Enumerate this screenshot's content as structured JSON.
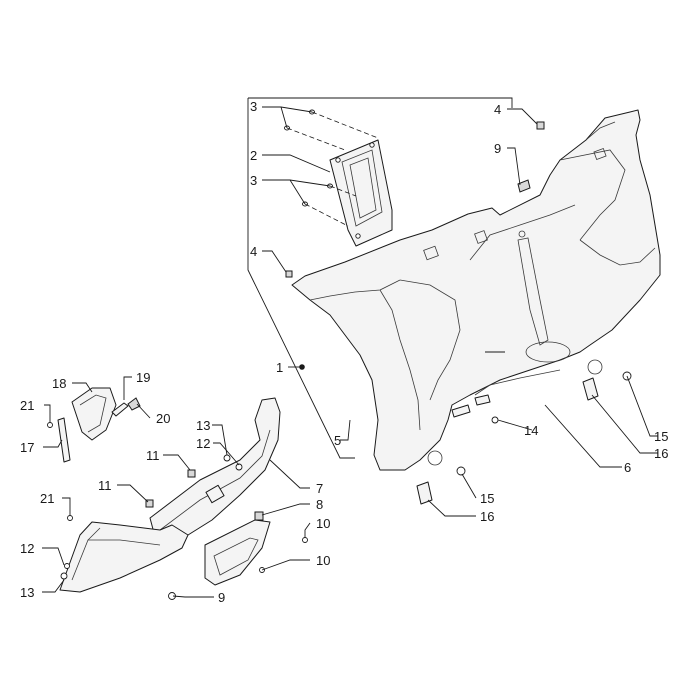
{
  "diagram": {
    "callouts": [
      {
        "id": "c3a",
        "label": "3"
      },
      {
        "id": "c2",
        "label": "2"
      },
      {
        "id": "c3b",
        "label": "3"
      },
      {
        "id": "c4a",
        "label": "4"
      },
      {
        "id": "c4b",
        "label": "4"
      },
      {
        "id": "c9a",
        "label": "9"
      },
      {
        "id": "c1",
        "label": "1"
      },
      {
        "id": "c5",
        "label": "5"
      },
      {
        "id": "c6",
        "label": "6"
      },
      {
        "id": "c14",
        "label": "14"
      },
      {
        "id": "c15a",
        "label": "15"
      },
      {
        "id": "c16a",
        "label": "16"
      },
      {
        "id": "c15b",
        "label": "15"
      },
      {
        "id": "c16b",
        "label": "16"
      },
      {
        "id": "c18",
        "label": "18"
      },
      {
        "id": "c19",
        "label": "19"
      },
      {
        "id": "c21a",
        "label": "21"
      },
      {
        "id": "c20",
        "label": "20"
      },
      {
        "id": "c17",
        "label": "17"
      },
      {
        "id": "c13a",
        "label": "13"
      },
      {
        "id": "c12a",
        "label": "12"
      },
      {
        "id": "c11a",
        "label": "11"
      },
      {
        "id": "c11b",
        "label": "11"
      },
      {
        "id": "c7",
        "label": "7"
      },
      {
        "id": "c8",
        "label": "8"
      },
      {
        "id": "c21b",
        "label": "21"
      },
      {
        "id": "c10a",
        "label": "10"
      },
      {
        "id": "c12b",
        "label": "12"
      },
      {
        "id": "c10b",
        "label": "10"
      },
      {
        "id": "c13b",
        "label": "13"
      },
      {
        "id": "c9b",
        "label": "9"
      }
    ]
  }
}
